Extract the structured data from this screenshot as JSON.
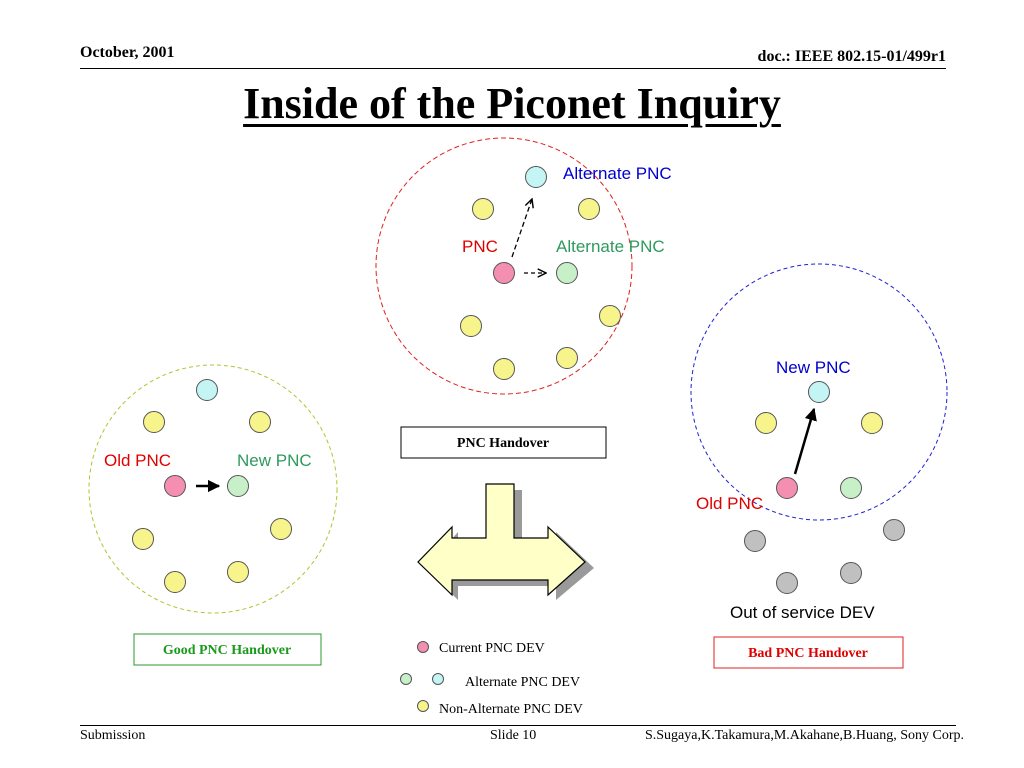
{
  "header": {
    "date": "October, 2001",
    "doc_id": "doc.: IEEE 802.15-01/499r1"
  },
  "title": "Inside of the Piconet Inquiry",
  "colors": {
    "pnc": "#f48fb1",
    "alternate_green": "#c8f0c8",
    "alternate_cyan": "#c4f4f4",
    "non_alternate": "#f8f48c",
    "out_of_service": "#c0c0c0",
    "label_red": "#e00000",
    "label_blue": "#0000d0",
    "label_green": "#2e9a5e",
    "good_circle": "#a8c830",
    "top_circle": "#e02020",
    "bad_circle": "#2020d0"
  },
  "diagram": {
    "top_piconet": {
      "pnc_label": "PNC",
      "alternate_label_1": "Alternate PNC",
      "alternate_label_2": "Alternate PNC"
    },
    "good_piconet": {
      "old_pnc_label": "Old PNC",
      "new_pnc_label": "New PNC",
      "caption": "Good PNC Handover"
    },
    "bad_piconet": {
      "new_pnc_label": "New PNC",
      "old_pnc_label": "Old PNC",
      "out_of_service_label": "Out of service DEV",
      "caption": "Bad PNC Handover"
    },
    "handover_box": "PNC Handover",
    "legend": {
      "current": "Current PNC DEV",
      "alternate": "Alternate PNC DEV",
      "non_alternate": "Non-Alternate PNC DEV"
    }
  },
  "footer": {
    "left": "Submission",
    "slide": "Slide 10",
    "authors": "S.Sugaya,K.Takamura,M.Akahane,B.Huang, Sony Corp."
  }
}
